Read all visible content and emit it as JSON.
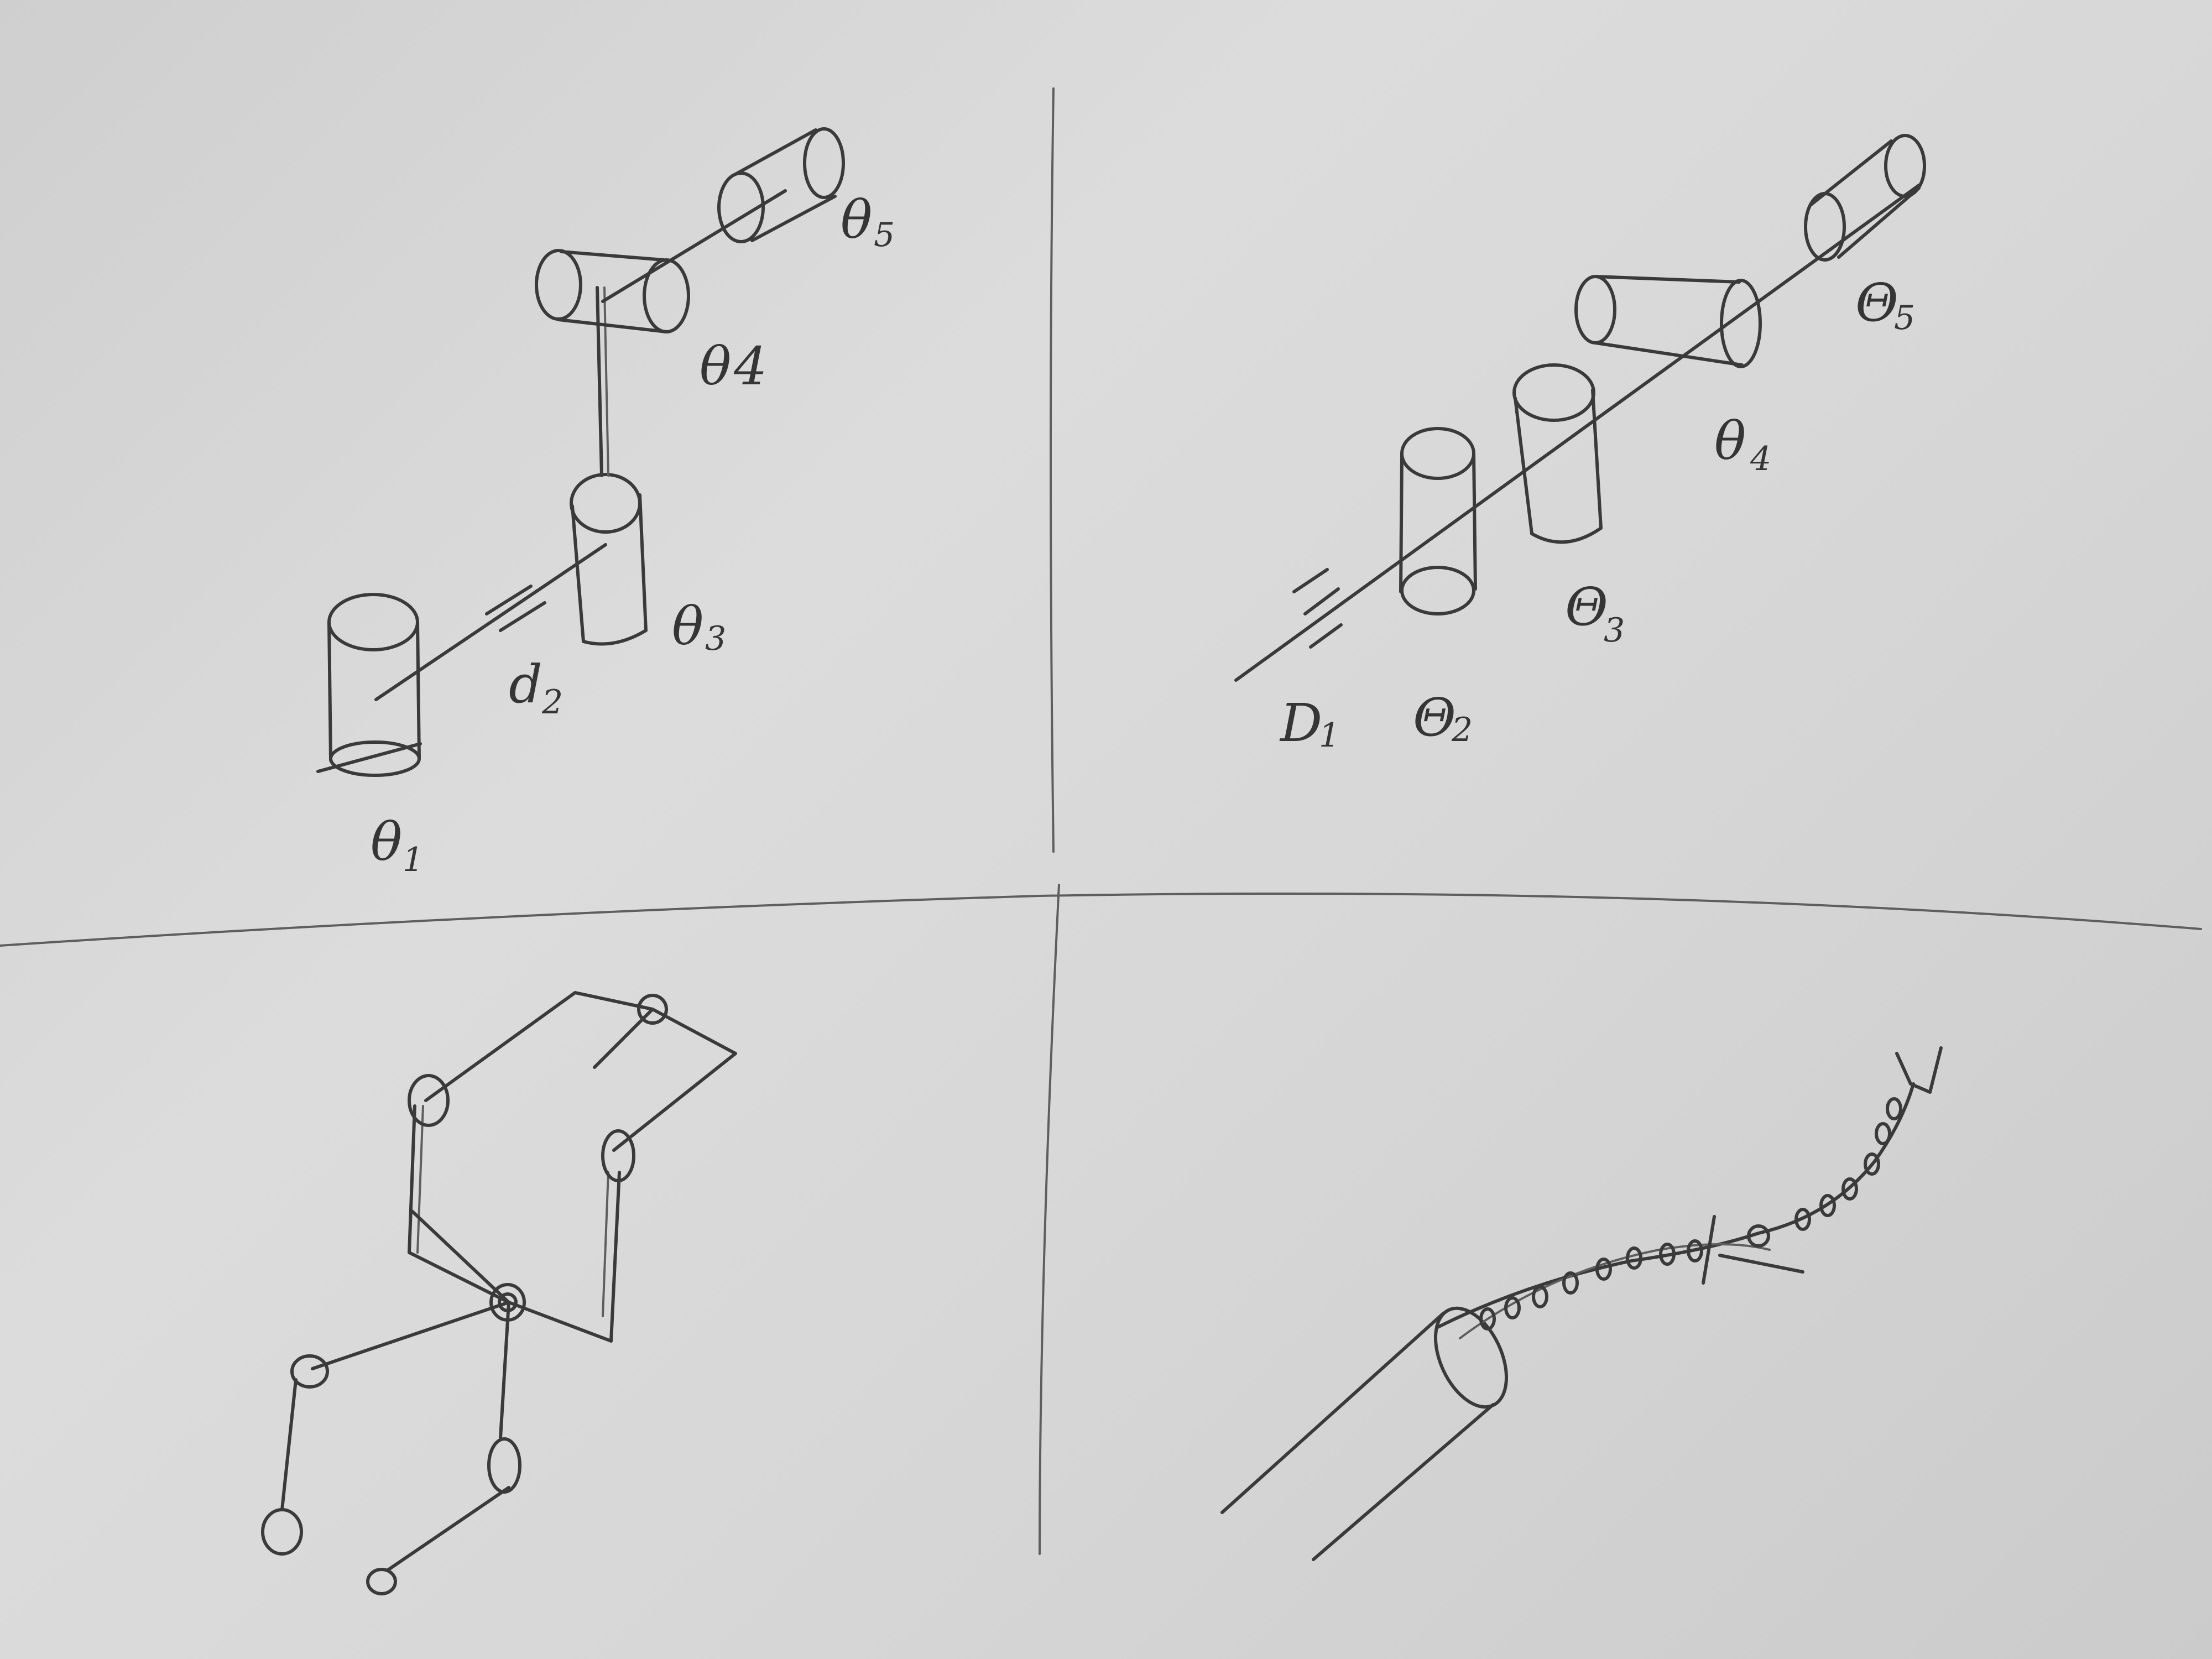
{
  "panels": {
    "top_left": {
      "labels": {
        "theta1": {
          "base": "θ",
          "sub": "1"
        },
        "d2": {
          "base": "d",
          "sub": "2"
        },
        "theta3": {
          "base": "θ",
          "sub": "3"
        },
        "theta4": {
          "base": "θ",
          "sub": "4"
        },
        "theta5": {
          "base": "θ",
          "sub": "5"
        }
      }
    },
    "top_right": {
      "labels": {
        "D1": {
          "base": "D",
          "sub": "1"
        },
        "Theta2": {
          "base": "Θ",
          "sub": "2"
        },
        "Theta3": {
          "base": "Θ",
          "sub": "3"
        },
        "theta4": {
          "base": "θ",
          "sub": "4"
        },
        "Theta5": {
          "base": "Θ",
          "sub": "5"
        }
      }
    }
  },
  "colors": {
    "paper": "#d6d6d6",
    "pencil": "#3a3a3a"
  }
}
